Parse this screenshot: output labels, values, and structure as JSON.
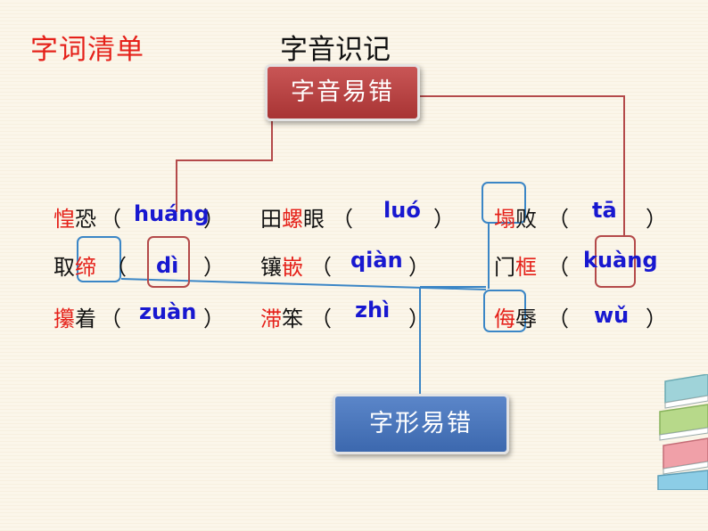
{
  "header": {
    "section": "字词清单",
    "subtitle": "字音识记"
  },
  "buttons": {
    "pronunciation": "字音易错",
    "form": "字形易错"
  },
  "rows": [
    {
      "items": [
        {
          "pre": "",
          "hl": "惶",
          "post": "恐",
          "op": "（",
          "cl": "）",
          "pinyin": "huáng"
        },
        {
          "pre": "田",
          "hl": "螺",
          "post": "眼",
          "op": "（",
          "cl": "）",
          "pinyin": "luó"
        },
        {
          "pre": "",
          "hl": "",
          "post": "败",
          "op": "（",
          "cl": "）",
          "pinyin": "tā",
          "boxed": "塌"
        }
      ]
    },
    {
      "items": [
        {
          "pre": "取",
          "hl": "缔",
          "post": "",
          "op": "（",
          "cl": "）",
          "pinyin": "dì"
        },
        {
          "pre": "镶",
          "hl": "嵌",
          "post": "",
          "op": "（",
          "cl": "）",
          "pinyin": "qiàn"
        },
        {
          "pre": "门",
          "hl": "框",
          "post": "",
          "op": "（",
          "cl": "）",
          "pinyin": "kuàng"
        }
      ]
    },
    {
      "items": [
        {
          "pre": "",
          "hl": "攥",
          "post": "着",
          "op": "（",
          "cl": "）",
          "pinyin": "zuàn"
        },
        {
          "pre": "",
          "hl": "滞",
          "post": "笨",
          "op": "（",
          "cl": "）",
          "pinyin": "zhì"
        },
        {
          "pre": "",
          "hl": "侮",
          "post": "辱",
          "op": "（",
          "cl": "）",
          "pinyin": "wǔ"
        }
      ]
    }
  ],
  "colors": {
    "highlight": "#e5211a",
    "pinyin": "#1818d0",
    "connector_red": "#b44a4a",
    "connector_blue": "#3b86c6"
  }
}
